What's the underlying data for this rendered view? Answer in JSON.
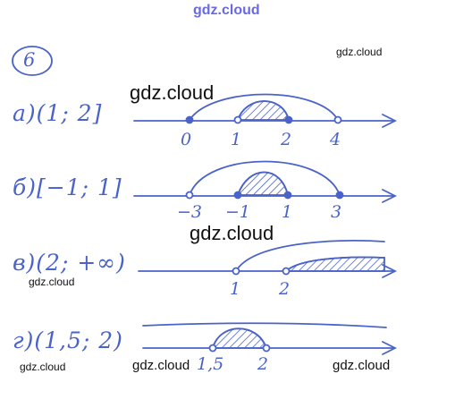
{
  "task_number": "6",
  "ink_color": "#4a63c9",
  "rows": [
    {
      "label": "а)(1; 2]",
      "ticks": [
        "0",
        "1",
        "2",
        "4"
      ]
    },
    {
      "label": "б)[−1; 1]",
      "ticks": [
        "−3",
        "−1",
        "1",
        "3"
      ]
    },
    {
      "label": "в)(2; +∞)",
      "ticks": [
        "1",
        "2"
      ]
    },
    {
      "label": "г)(1,5; 2)",
      "ticks": [
        "1,5",
        "2"
      ]
    }
  ],
  "watermarks": [
    "gdz.cloud",
    "gdz.cloud",
    "gdz.cloud",
    "gdz.cloud",
    "gdz.cloud",
    "gdz.cloud",
    "gdz.cloud",
    "gdz.cloud"
  ]
}
